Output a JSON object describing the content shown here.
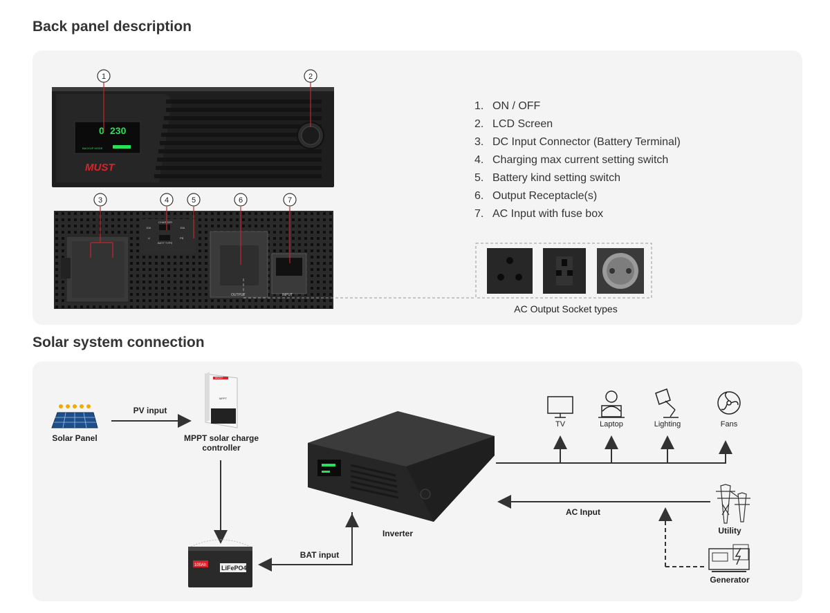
{
  "sections": {
    "back_panel_title": "Back panel description",
    "solar_title": "Solar system connection"
  },
  "back_panel": {
    "callouts": [
      "1",
      "2",
      "3",
      "4",
      "5",
      "6",
      "7"
    ],
    "items": [
      {
        "num": "1.",
        "text": "ON / OFF"
      },
      {
        "num": "2.",
        "text": "LCD Screen"
      },
      {
        "num": "3.",
        "text": "DC Input Connector (Battery Terminal)"
      },
      {
        "num": "4.",
        "text": "Charging max current setting switch"
      },
      {
        "num": "5.",
        "text": "Battery kind setting switch"
      },
      {
        "num": "6.",
        "text": "Output Receptacle(s)"
      },
      {
        "num": "7.",
        "text": "AC Input with fuse box"
      }
    ],
    "socket_caption": "AC Output Socket types",
    "device_labels": {
      "brand": "MUST",
      "lcd_left": "0",
      "lcd_right": "230",
      "lcd_mode": "BACKUP MODE",
      "charger": "CHARGER",
      "amp_low": "10A",
      "amp_high": "15A",
      "li": "LI",
      "pb": "PB",
      "batt_type": "BATT TYPE",
      "output": "OUTPUT",
      "input": "INPUT"
    }
  },
  "solar": {
    "solar_panel": "Solar Panel",
    "pv_input": "PV input",
    "controller_line1": "MPPT solar charge",
    "controller_line2": "controller",
    "inverter": "Inverter",
    "bat_input": "BAT input",
    "ac_input": "AC Input",
    "utility": "Utility",
    "generator": "Generator",
    "loads": [
      "TV",
      "Laptop",
      "Lighting",
      "Fans"
    ],
    "battery_capacity": "100Ah",
    "battery_type": "LiFePO4",
    "controller_brand": "MUST",
    "controller_model": "MPPT"
  },
  "colors": {
    "panel_bg": "#f4f4f4",
    "device_dark": "#2b2b2b",
    "lcd_green": "#29e05a",
    "brand_red": "#d8232a",
    "callout_line": "#c0282e"
  }
}
